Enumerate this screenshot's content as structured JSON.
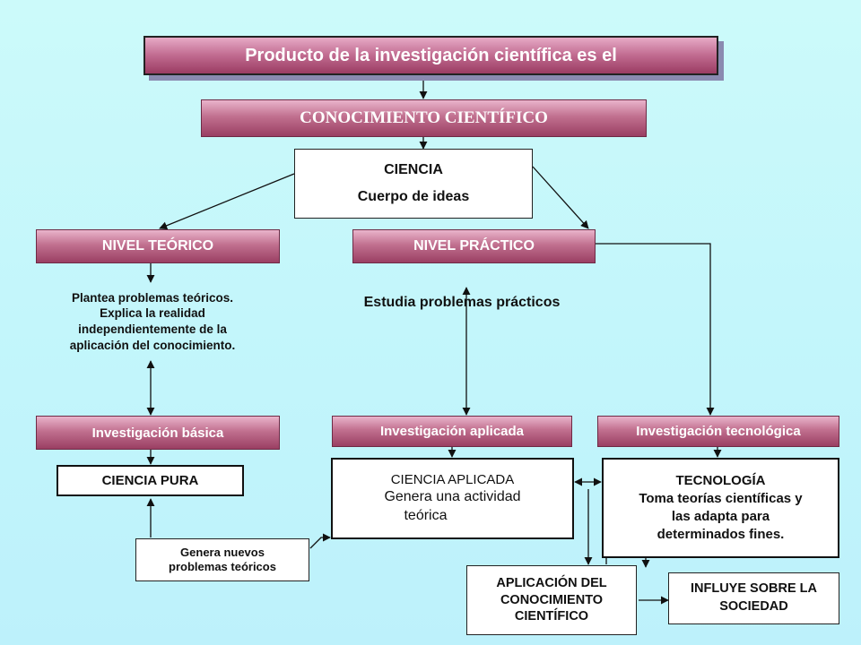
{
  "title": "Producto  de la investigación científica es el",
  "conocimiento": "CONOCIMIENTO CIENTÍFICO",
  "ciencia": {
    "line1": "CIENCIA",
    "line2": "Cuerpo de ideas"
  },
  "nivel_teorico": "NIVEL TEÓRICO",
  "nivel_practico": "NIVEL  PRÁCTICO",
  "teorico_desc": {
    "line1": "Plantea problemas teóricos.",
    "line2": "Explica la realidad",
    "line3": "independientemente de la",
    "line4": "aplicación del conocimiento."
  },
  "practico_desc": "Estudia problemas prácticos",
  "inv_basica": "Investigación básica",
  "inv_aplicada": "Investigación aplicada",
  "inv_tecnologica": "Investigación tecnológica",
  "ciencia_pura": "CIENCIA PURA",
  "ciencia_aplicada": {
    "line1": "CIENCIA APLICADA",
    "line2": "Genera una actividad",
    "line3": "teórica"
  },
  "tecnologia": {
    "line1": "TECNOLOGÍA",
    "line2": "Toma teorías científicas y",
    "line3": "las adapta para",
    "line4": "determinados fines."
  },
  "genera_nuevos": {
    "line1": "Genera nuevos",
    "line2": "problemas teóricos"
  },
  "aplicacion": {
    "line1": "APLICACIÓN DEL",
    "line2": "CONOCIMIENTO",
    "line3": "CIENTÍFICO"
  },
  "influye": {
    "line1": "INFLUYE SOBRE LA",
    "line2": "SOCIEDAD"
  },
  "colors": {
    "pink_dark": "#9a3f63",
    "pink_light": "#e9b4cb",
    "background": "#c3f6fb"
  }
}
